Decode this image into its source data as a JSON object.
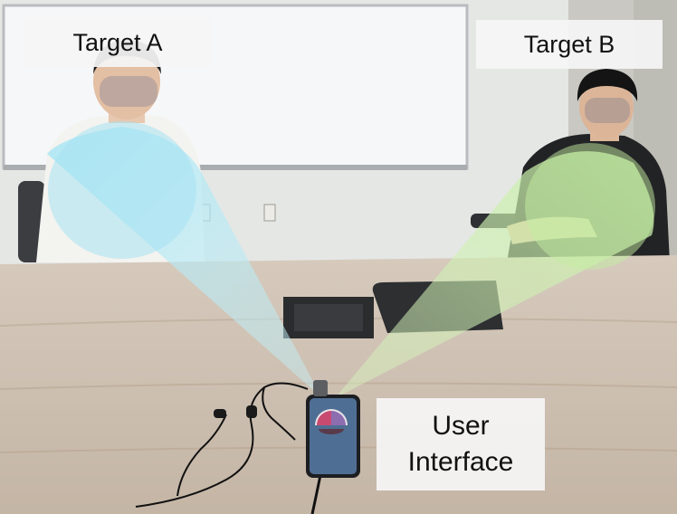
{
  "labels": {
    "target_a": "Target A",
    "target_b": "Target B",
    "user_interface_line1": "User",
    "user_interface_line2": "Interface"
  },
  "colors": {
    "beam_a": "#a8e4f2",
    "beam_b": "#c7f0a6",
    "wall": "#e4e6e4",
    "table": "#cdbfb0"
  }
}
